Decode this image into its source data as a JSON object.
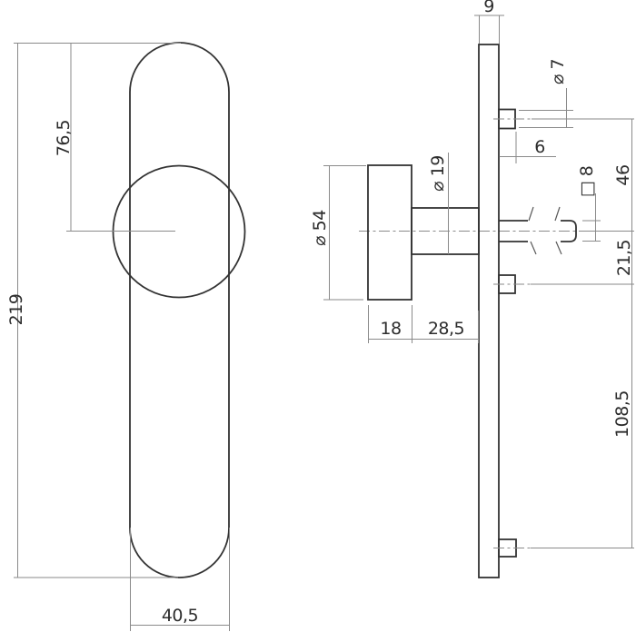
{
  "drawing": {
    "kind": "technical-dimension-drawing",
    "subject": "door knob on long backplate",
    "units": "mm",
    "colors": {
      "background": "#ffffff",
      "part_outline": "#333333",
      "dimension_lines": "#8a8a8a",
      "text": "#2d2d2d"
    },
    "front_view": {
      "total_height": "219",
      "plate_top_to_knob_center": "76,5",
      "plate_width": "40,5"
    },
    "side_view": {
      "plate_thickness": "9",
      "screw_boss_diameter": "⌀ 7",
      "screw_boss_protrusion": "6",
      "center_to_top_hole": "46",
      "spindle_square": "□ 8",
      "center_to_lower_hole": "21,5",
      "hole_spacing": "108,5",
      "knob_diameter": "⌀ 54",
      "neck_diameter": "⌀ 19",
      "knob_thickness": "18",
      "neck_length": "28,5"
    }
  }
}
